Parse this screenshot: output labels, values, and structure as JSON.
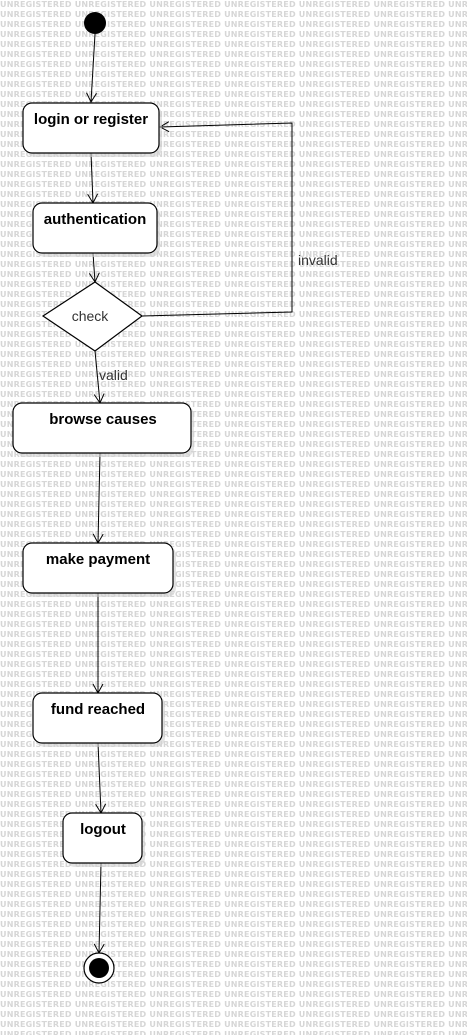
{
  "watermark_text": "UNREGISTERED",
  "nodes": {
    "login": "login or register",
    "authentication": "authentication",
    "check": "check",
    "browse": "browse causes",
    "payment": "make payment",
    "fund": "fund reached",
    "logout": "logout"
  },
  "edges": {
    "invalid": "invalid",
    "valid": "valid"
  }
}
